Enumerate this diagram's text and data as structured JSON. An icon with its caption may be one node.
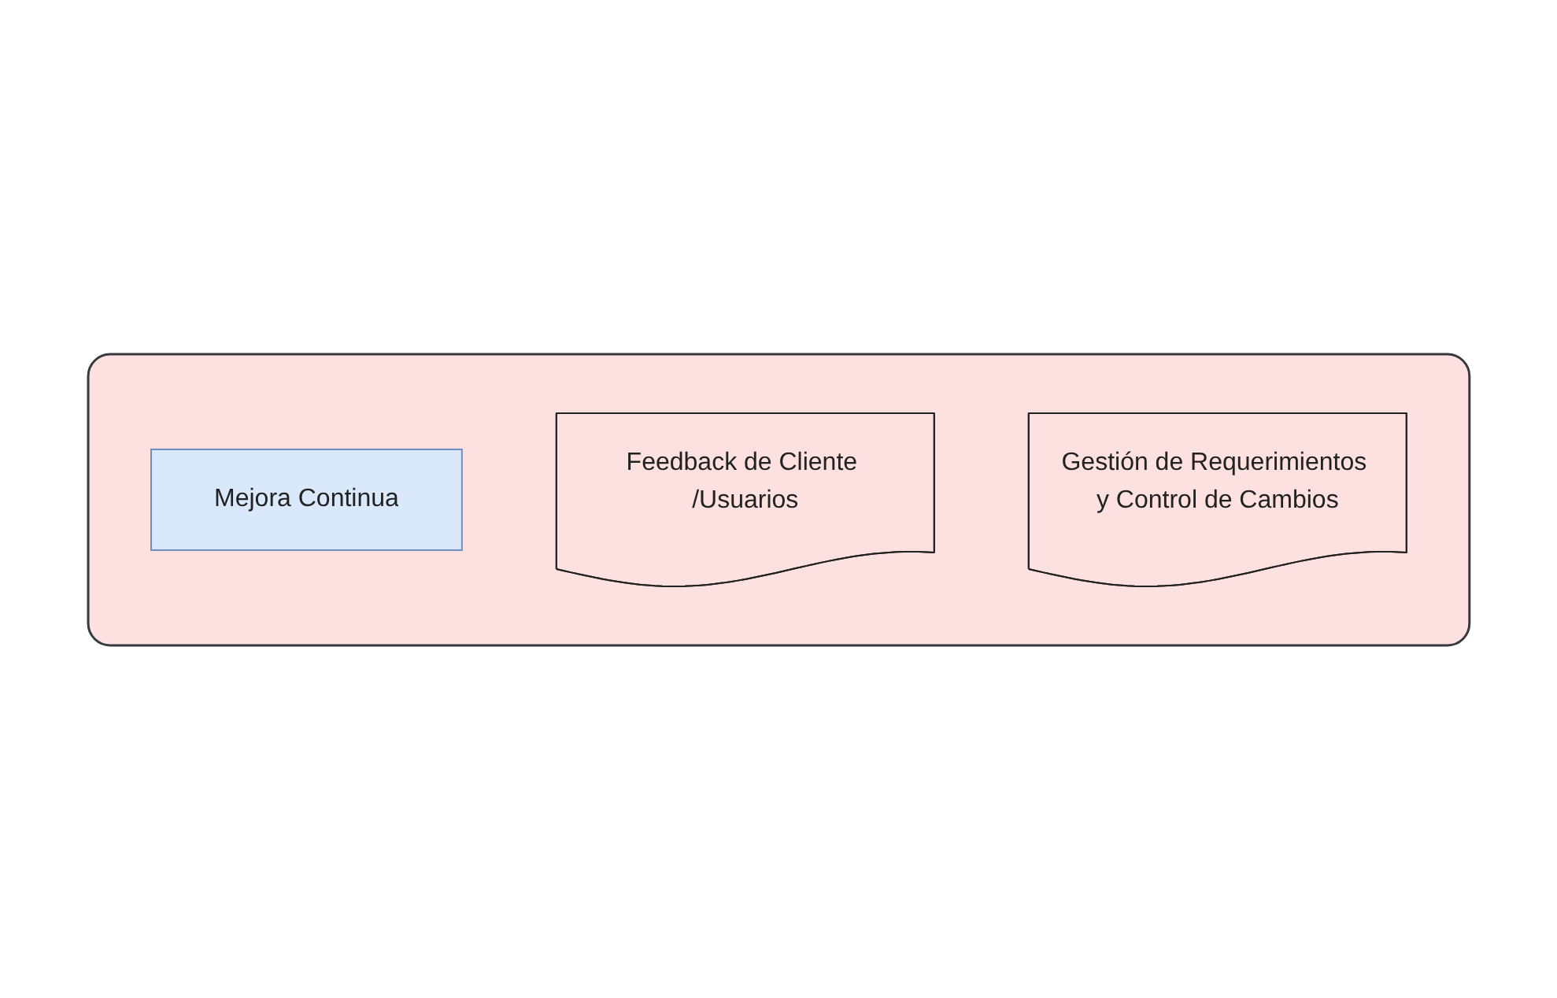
{
  "diagram": {
    "nodes": [
      {
        "text": [],
        "shape": "box"
      },
      {
        "text": [
          "Mejora Continua"
        ],
        "in": 0
      },
      {
        "text": [
          "Feedback de Cliente /Usuarios"
        ],
        "in": 0
      },
      {
        "text": [
          "Gestión de Requerimientos y Control de Cambios"
        ],
        "in": 0
      }
    ]
  }
}
